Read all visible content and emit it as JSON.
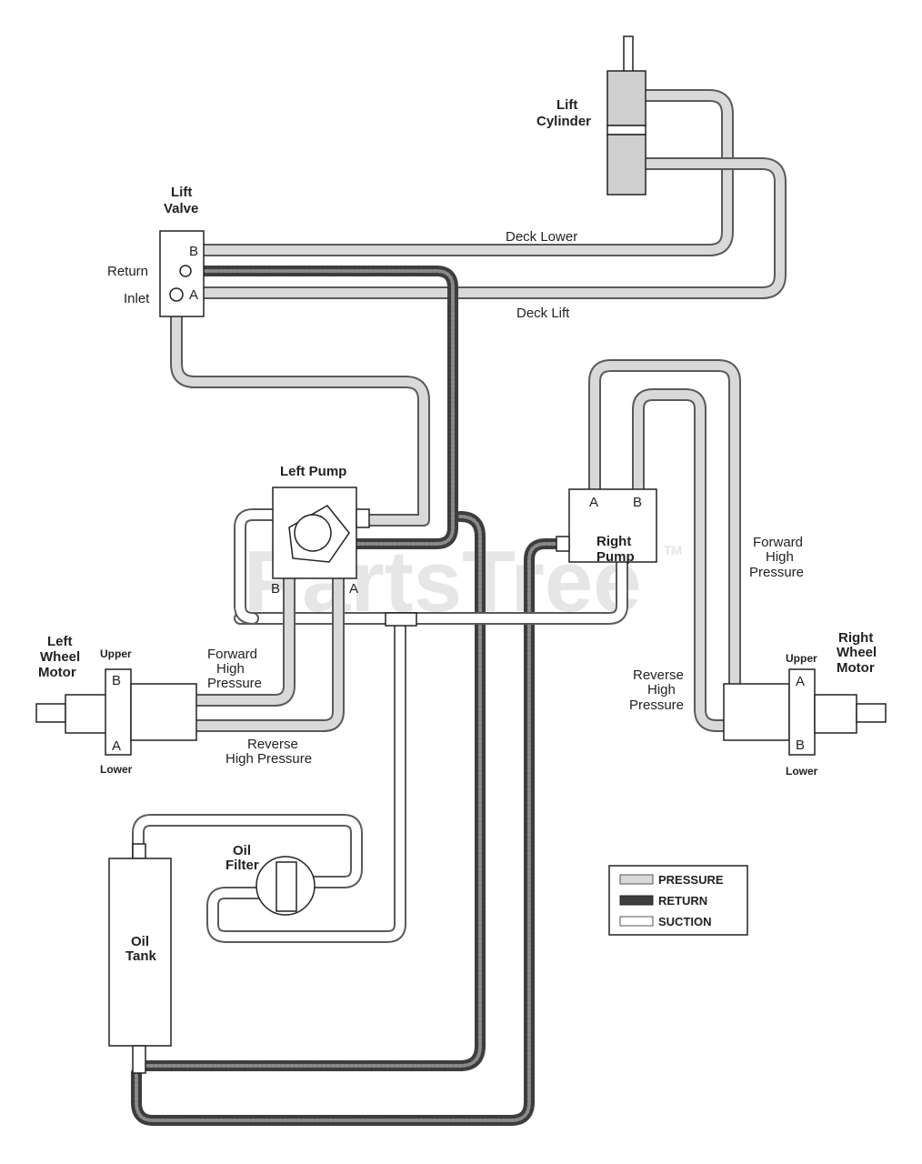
{
  "watermark": {
    "text": "PartsTree",
    "tm": "TM"
  },
  "components": {
    "lift_cylinder": {
      "line1": "Lift",
      "line2": "Cylinder"
    },
    "lift_valve": {
      "line1": "Lift",
      "line2": "Valve",
      "port_b": "B",
      "port_a": "A",
      "return": "Return",
      "inlet": "Inlet"
    },
    "left_pump": {
      "title": "Left Pump",
      "port_b": "B",
      "port_a": "A"
    },
    "right_pump": {
      "line1": "Right",
      "line2": "Pump",
      "port_a": "A",
      "port_b": "B"
    },
    "left_wheel_motor": {
      "line1": "Left",
      "line2": "Wheel",
      "line3": "Motor",
      "upper": "Upper",
      "lower": "Lower",
      "port_b": "B",
      "port_a": "A"
    },
    "right_wheel_motor": {
      "line1": "Right",
      "line2": "Wheel",
      "line3": "Motor",
      "upper": "Upper",
      "lower": "Lower",
      "port_a": "A",
      "port_b": "B"
    },
    "oil_filter": {
      "line1": "Oil",
      "line2": "Filter"
    },
    "oil_tank": {
      "line1": "Oil",
      "line2": "Tank"
    }
  },
  "lines": {
    "deck_lower": "Deck Lower",
    "deck_lift": "Deck Lift",
    "left_forward": {
      "line1": "Forward",
      "line2": "High",
      "line3": "Pressure"
    },
    "left_reverse": {
      "line1": "Reverse",
      "line2": "High Pressure"
    },
    "right_forward": {
      "line1": "Forward",
      "line2": "High",
      "line3": "Pressure"
    },
    "right_reverse": {
      "line1": "Reverse",
      "line2": "High",
      "line3": "Pressure"
    }
  },
  "legend": {
    "items": [
      {
        "label": "PRESSURE",
        "style": "pressure"
      },
      {
        "label": "RETURN",
        "style": "return"
      },
      {
        "label": "SUCTION",
        "style": "suction"
      }
    ]
  },
  "colors": {
    "line": "#222222",
    "pressure_fill": "#d9d9d9",
    "return_fill": "#3d3d3d",
    "suction_fill": "#ffffff"
  }
}
